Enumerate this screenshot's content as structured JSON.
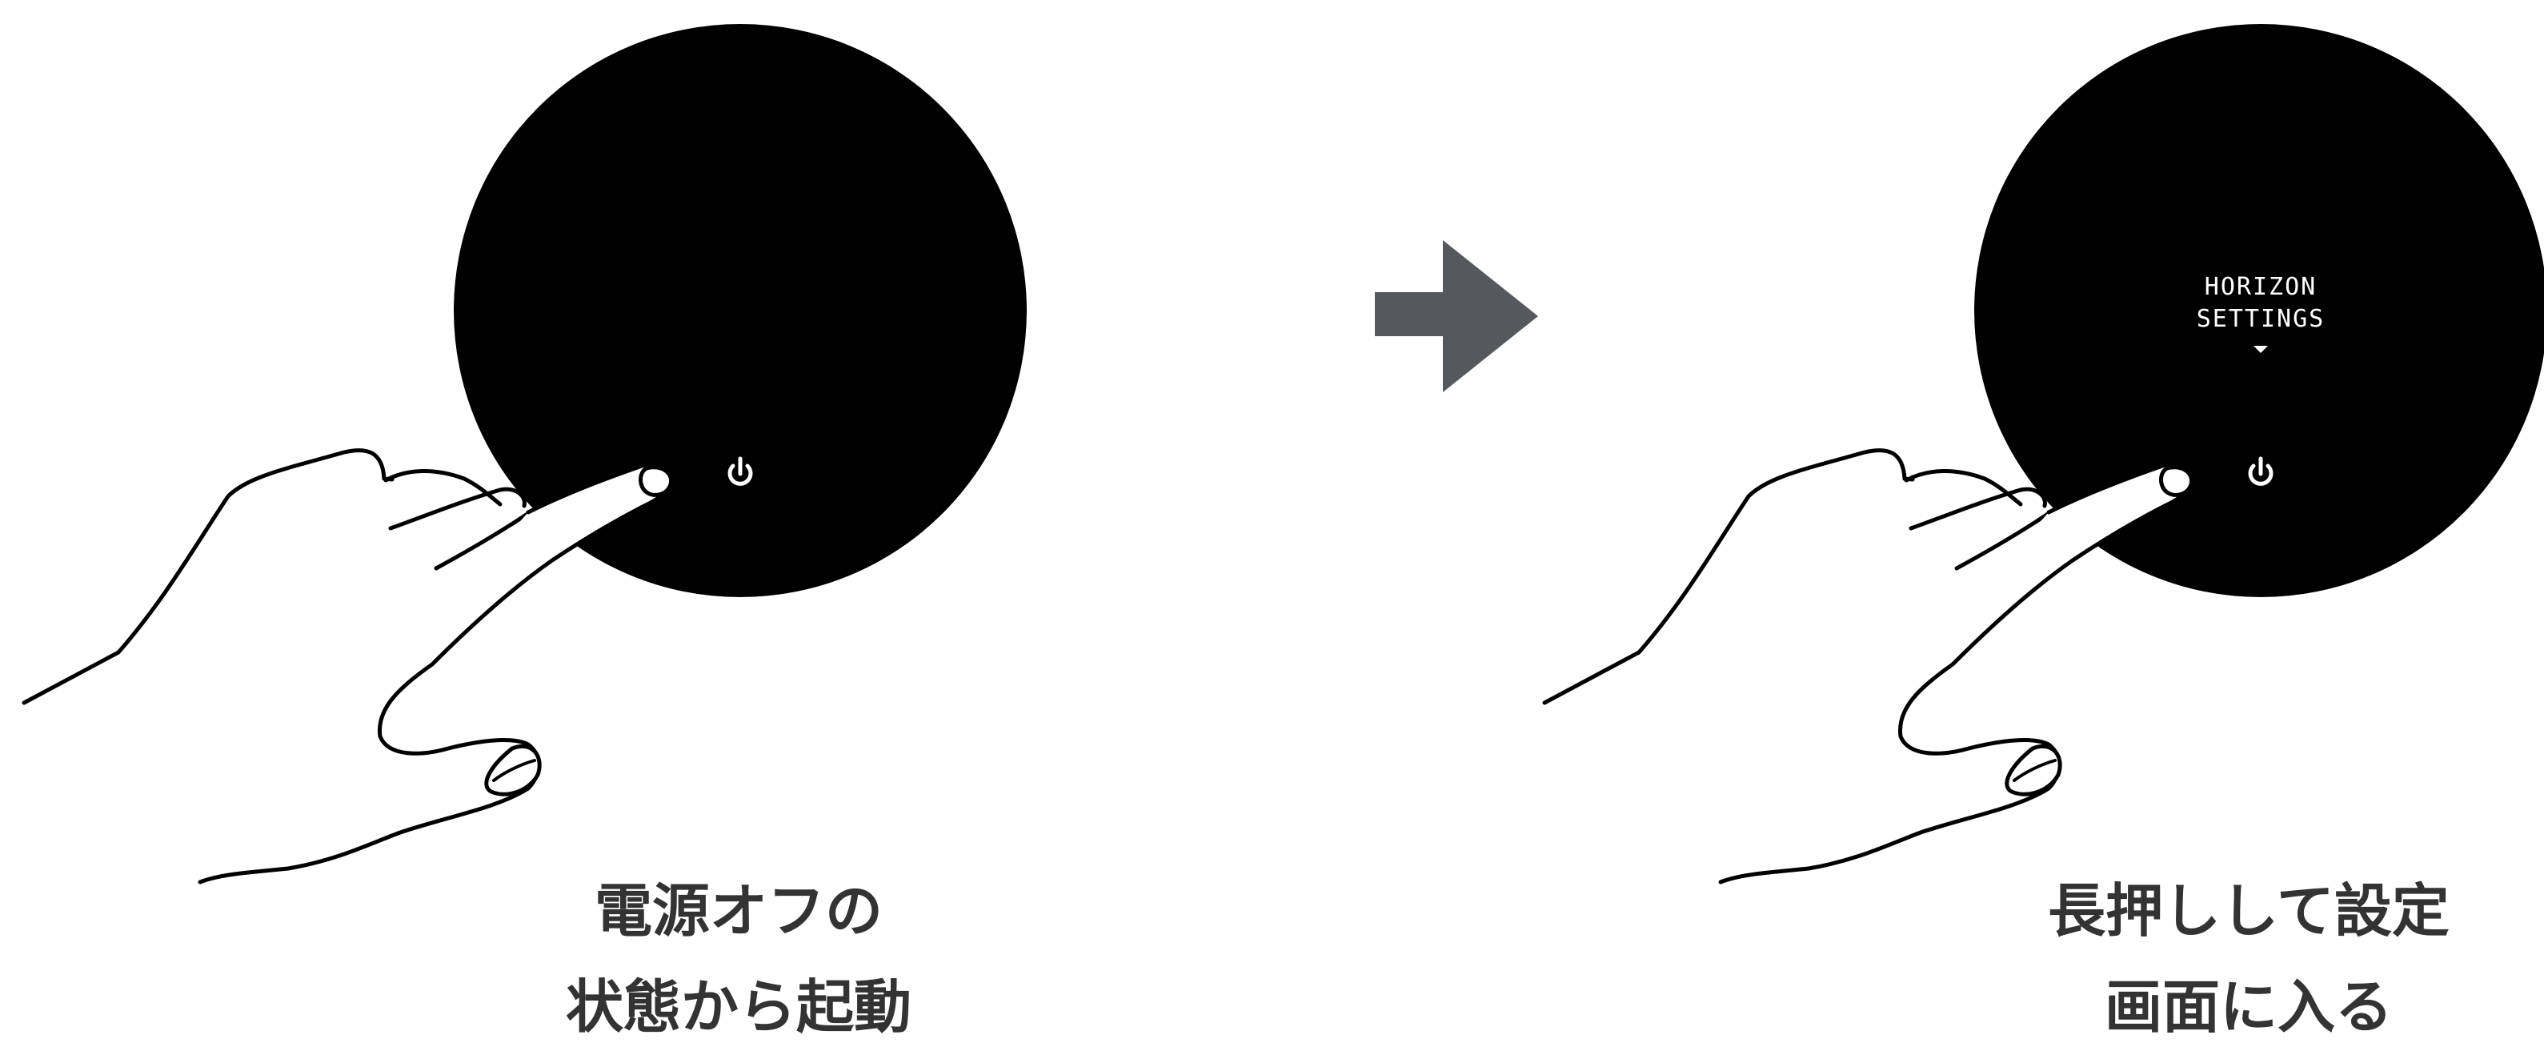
{
  "colors": {
    "device": "#000000",
    "screen_text": "#ffffff",
    "arrow": "#55585d",
    "caption": "#333333",
    "hand_outline": "#000000",
    "hand_fill": "#ffffff"
  },
  "icons": {
    "power": "power-icon",
    "arrow": "arrow-right-icon",
    "menu_indicator": "triangle-down-icon"
  },
  "step1": {
    "caption_line1": "電源オフの",
    "caption_line2": "状態から起動"
  },
  "step2": {
    "screen_line1": "HORIZON",
    "screen_line2": "SETTINGS",
    "caption_line1": "長押しして設定",
    "caption_line2": "画面に入る"
  }
}
